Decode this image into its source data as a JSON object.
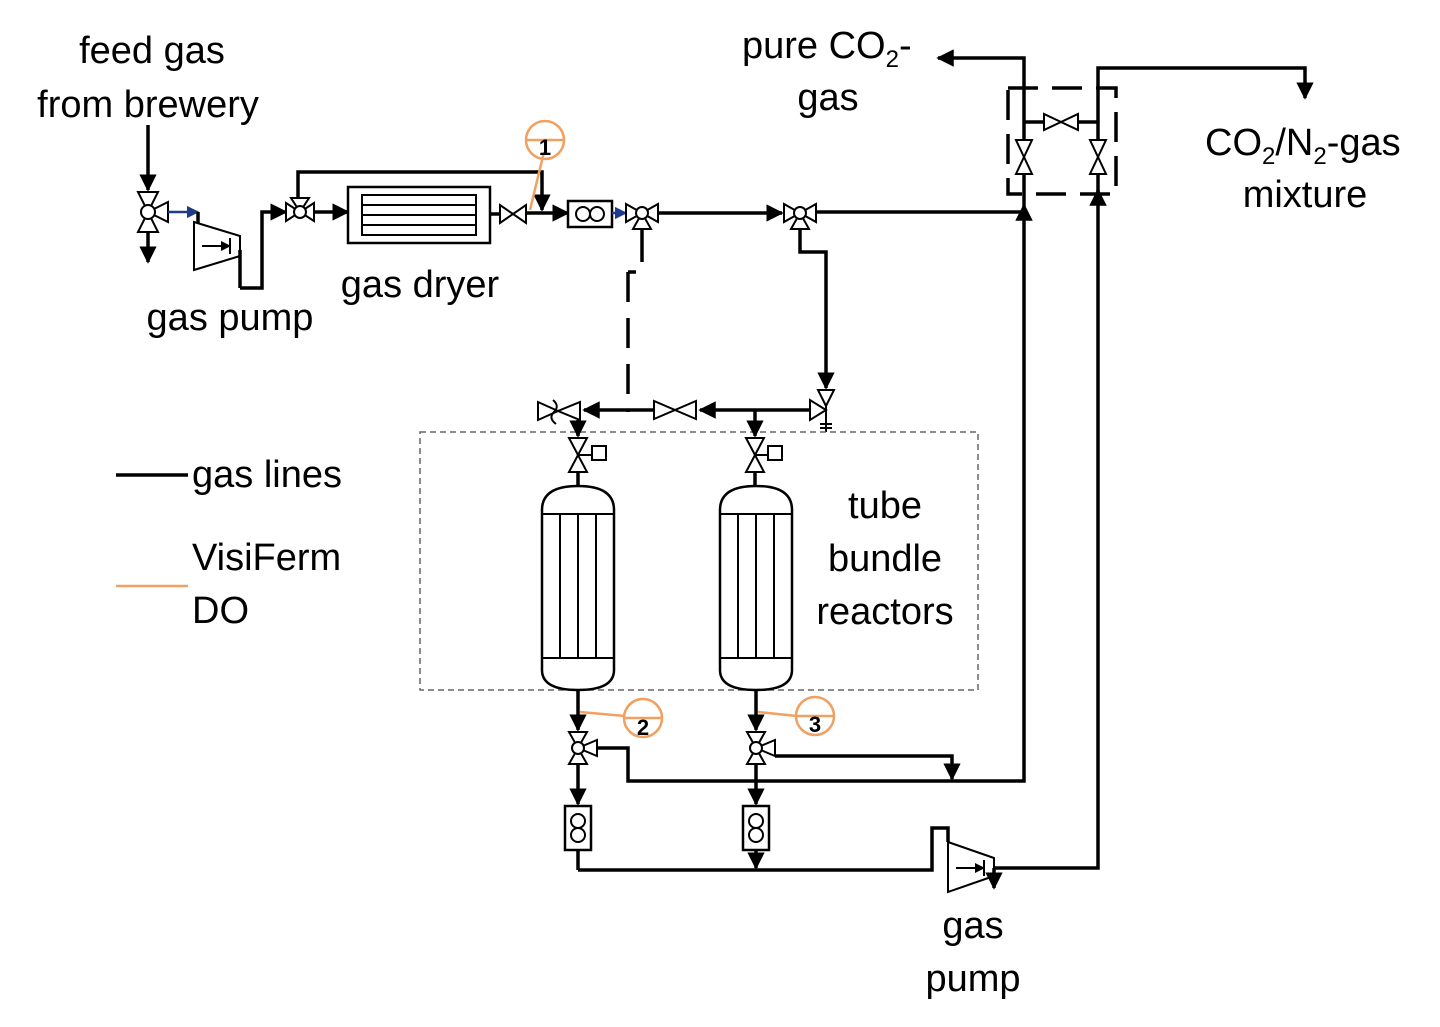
{
  "labels": {
    "feed_gas_line1": "feed gas",
    "feed_gas_line2": "from brewery",
    "gas_pump_left": "gas pump",
    "gas_dryer": "gas dryer",
    "pure_co2_line1_a": "pure CO",
    "pure_co2_line1_sub": "2",
    "pure_co2_line1_b": "-",
    "pure_co2_line2": "gas",
    "mixture_line1_a": "CO",
    "mixture_line1_sub1": "2",
    "mixture_line1_b": "/N",
    "mixture_line1_sub2": "2",
    "mixture_line1_c": "-gas",
    "mixture_line2": "mixture",
    "reactors_line1": "tube",
    "reactors_line2": "bundle",
    "reactors_line3": "reactors",
    "gas_pump_right_line1": "gas",
    "gas_pump_right_line2": "pump"
  },
  "legend": {
    "gas_lines": "gas lines",
    "visiferm_line1": "VisiFerm",
    "visiferm_line2": "DO"
  },
  "sensors": [
    "1",
    "2",
    "3"
  ],
  "colors": {
    "line": "#000000",
    "sensor": "#f0a060",
    "small_arrow": "#1f3a8a"
  }
}
